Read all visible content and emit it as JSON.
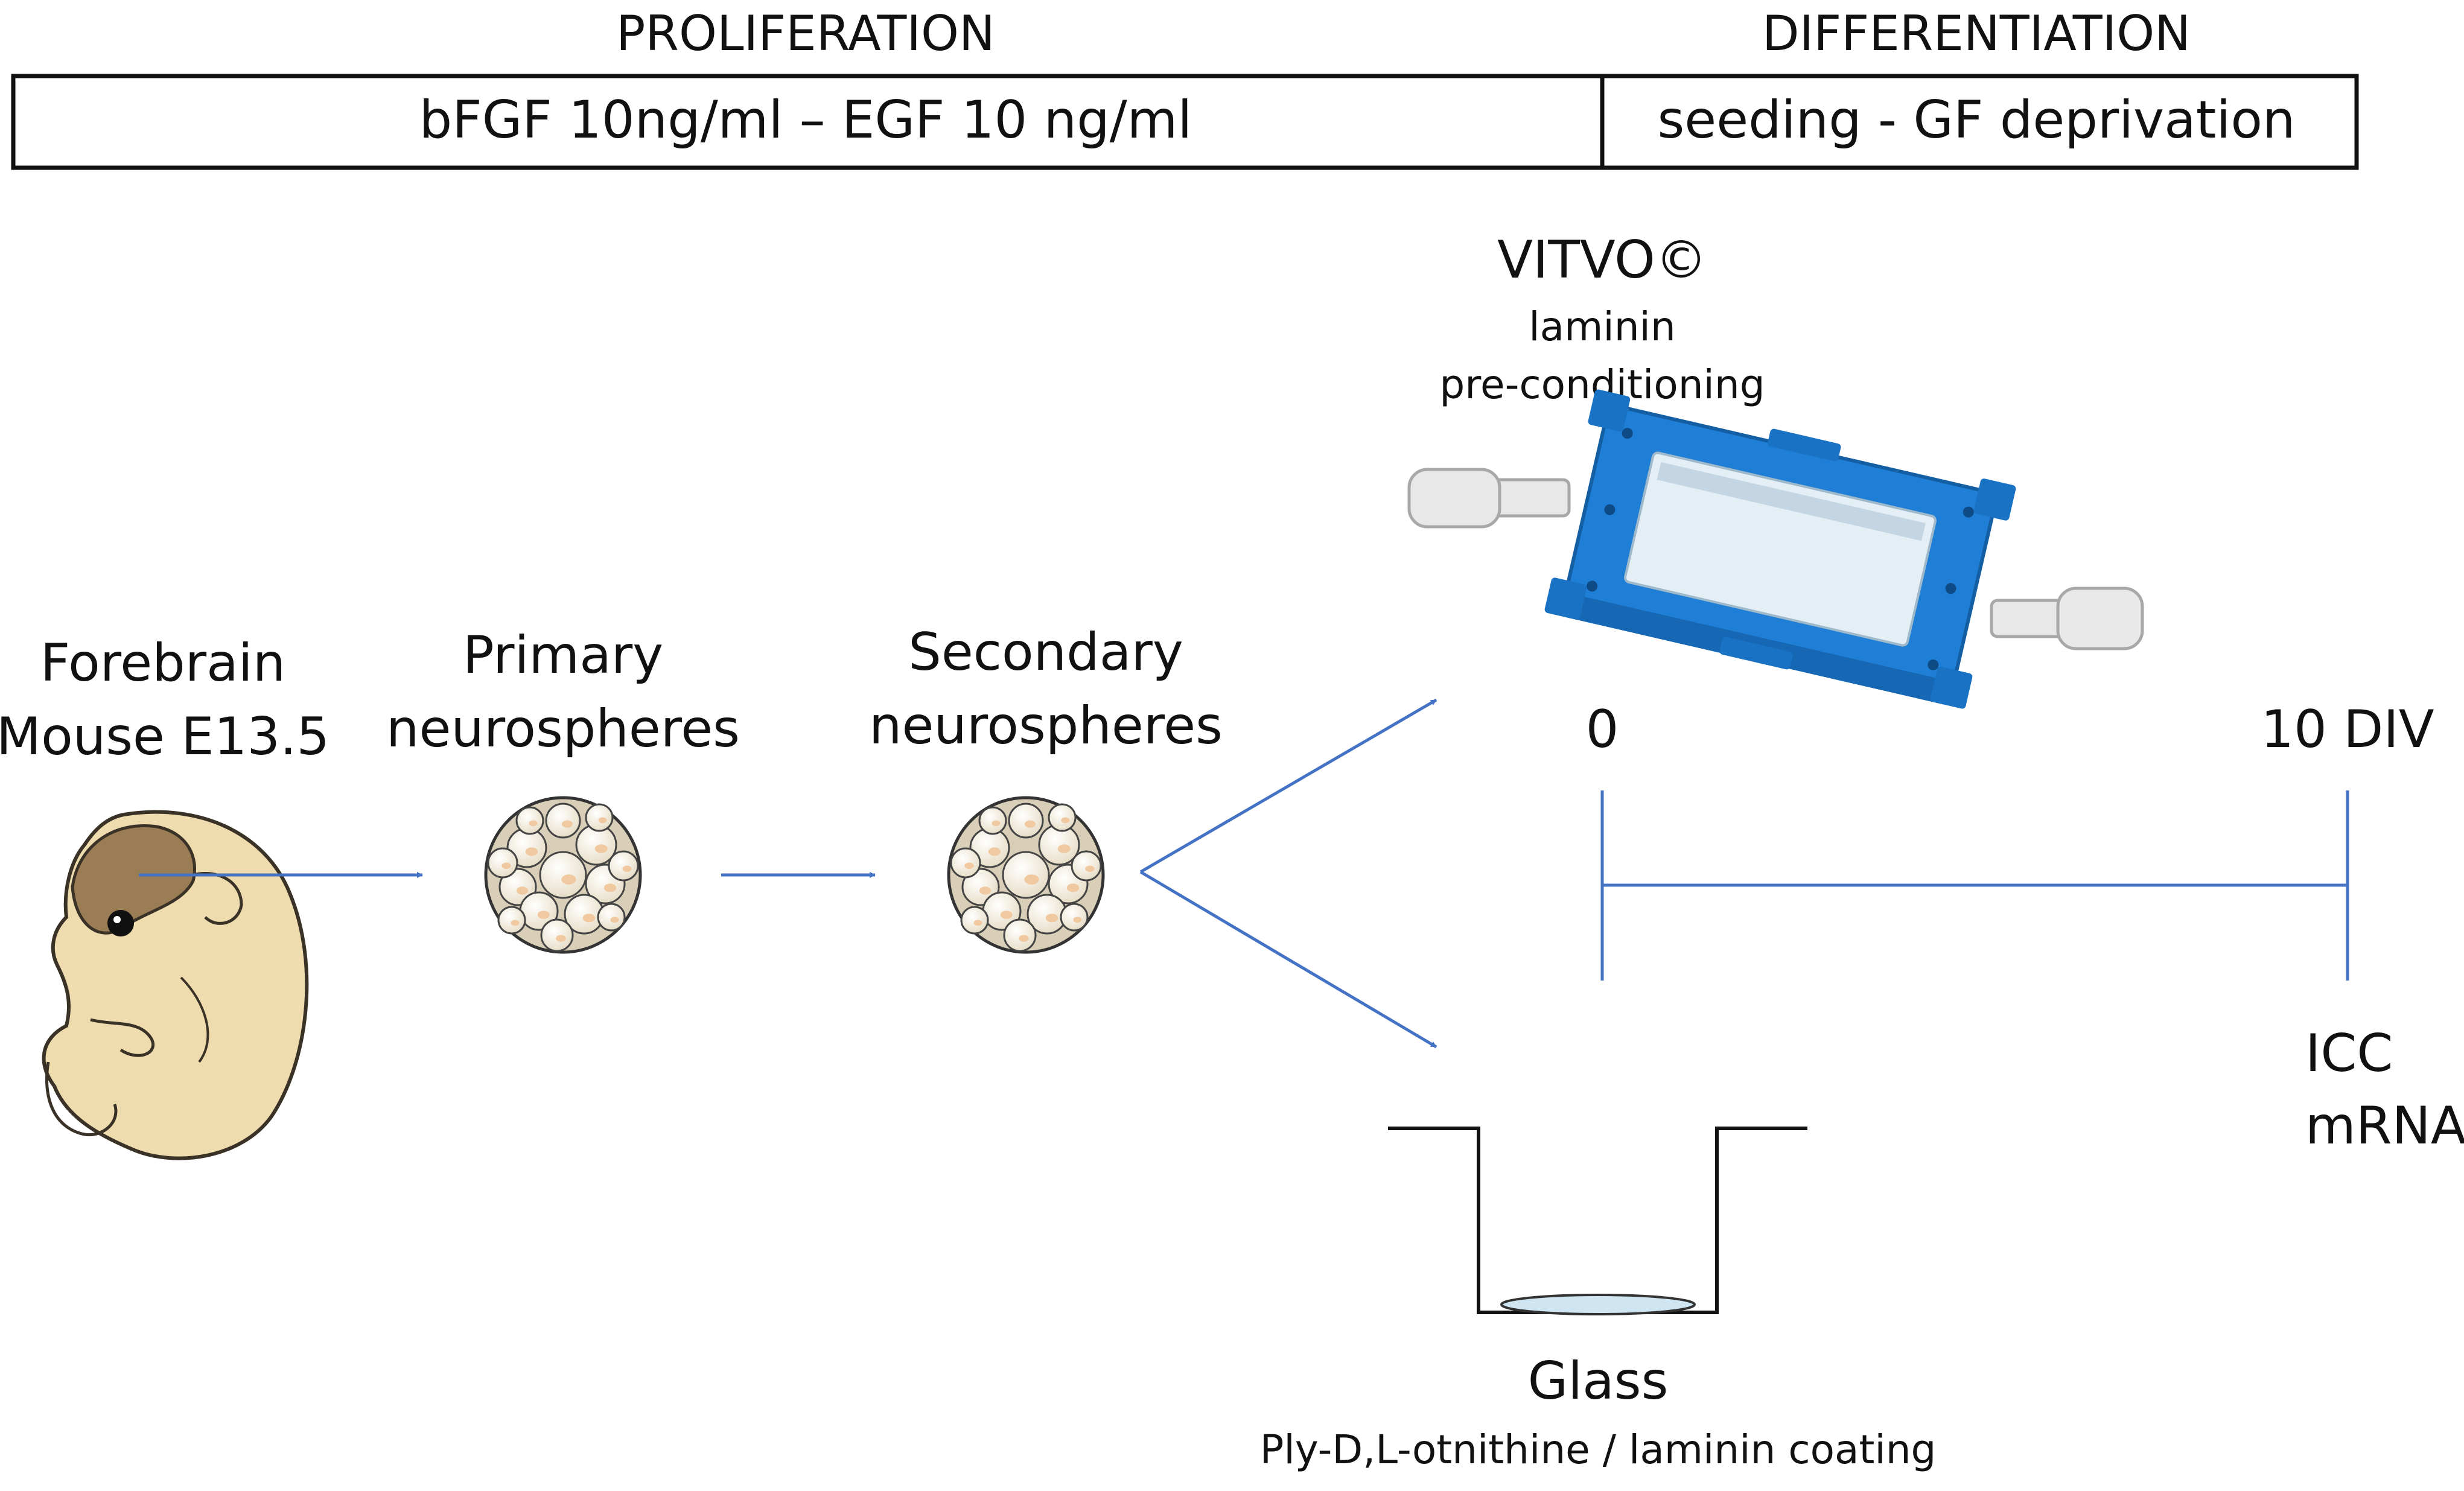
{
  "phases": {
    "proliferation": {
      "title": "PROLIFERATION",
      "condition": "bFGF 10ng/ml – EGF 10 ng/ml"
    },
    "differentiation": {
      "title": "DIFFERENTIATION",
      "condition": "seeding - GF deprivation"
    }
  },
  "stages": {
    "source": {
      "line1": "Forebrain",
      "line2": "Mouse E13.5"
    },
    "primary": {
      "line1": "Primary",
      "line2": "neurospheres"
    },
    "secondary": {
      "line1": "Secondary",
      "line2": "neurospheres"
    }
  },
  "vitvo": {
    "title": "VITVO©",
    "line1": "laminin",
    "line2": "pre-conditioning"
  },
  "glass": {
    "title": "Glass",
    "subtitle": "Ply-D,L-otnithine / laminin coating"
  },
  "timeline": {
    "start": "0",
    "end": "10 DIV",
    "readouts": [
      "ICC",
      "mRNA"
    ]
  },
  "colors": {
    "arrow": "#4472c4",
    "embryo_skin": "#efdcae",
    "embryo_brain": "#9a7d55",
    "sphere_cell": "#f3ecdc",
    "device": "#1f7fd6",
    "well_fluid": "#cfe6f2"
  }
}
